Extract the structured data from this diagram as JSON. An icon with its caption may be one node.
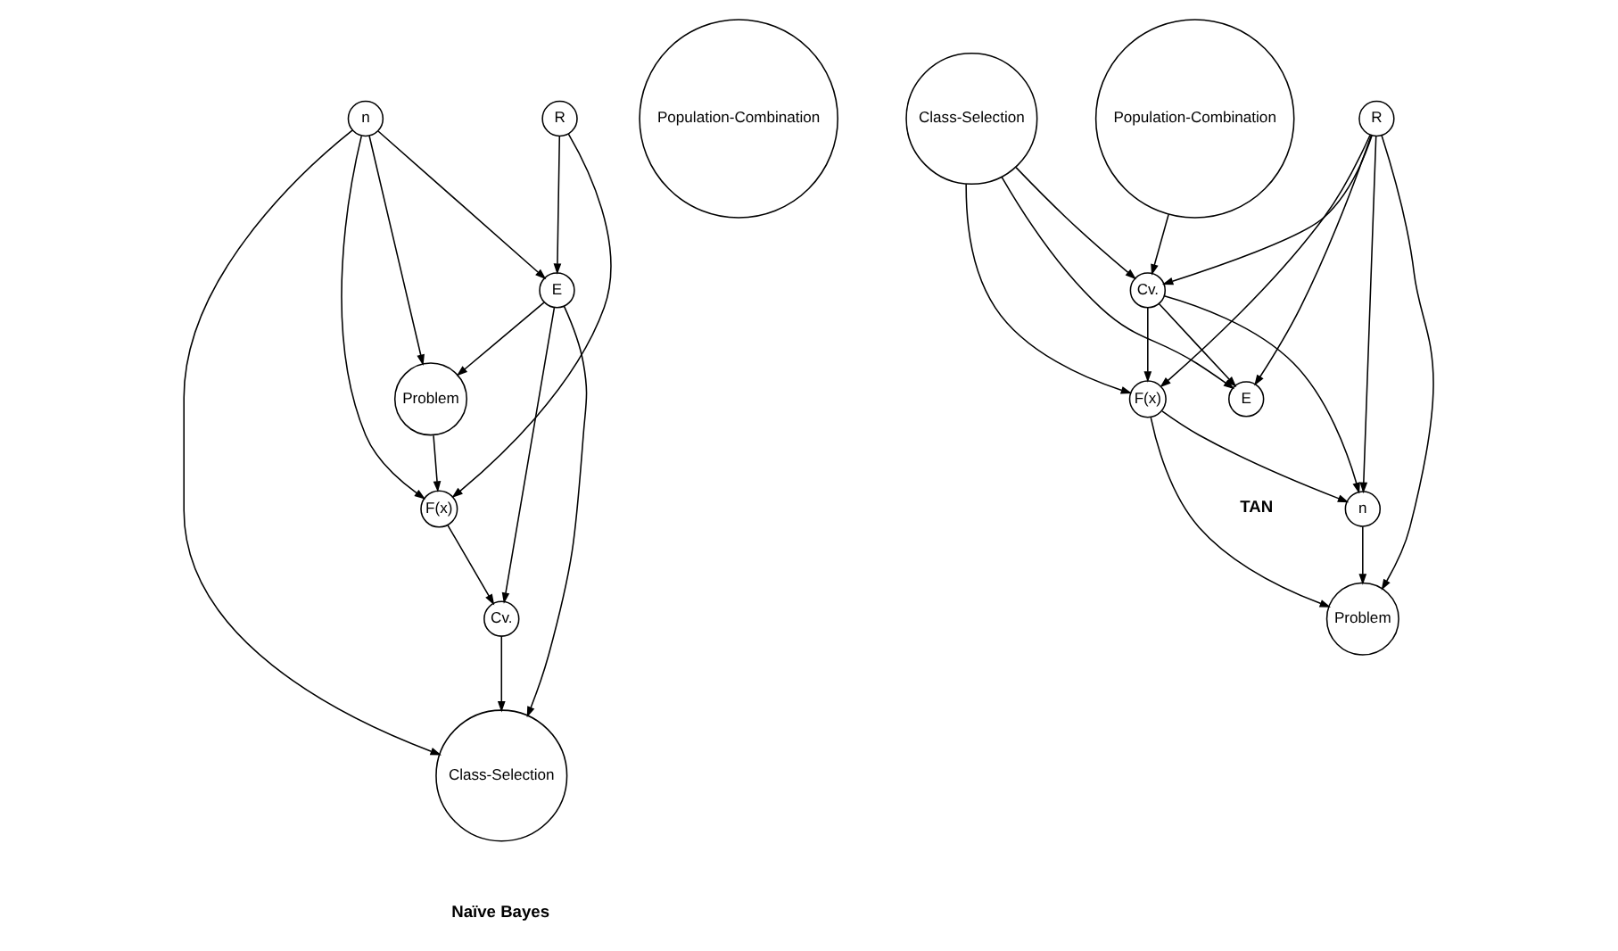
{
  "diagram": {
    "nodes": [
      {
        "text": [
          "n"
        ]
      },
      {
        "text": [
          "R"
        ]
      },
      {
        "text": [
          "E"
        ]
      },
      {
        "text": [
          "Problem"
        ]
      },
      {
        "text": [
          "F(x)"
        ]
      },
      {
        "text": [
          "Cv."
        ]
      },
      {
        "text": [
          "Class-Selection"
        ]
      },
      {
        "text": [
          "Population-Combination"
        ]
      },
      {
        "text": [
          "R"
        ]
      },
      {
        "text": [
          "Class-Selection"
        ]
      },
      {
        "text": [
          "Population-Combination"
        ]
      },
      {
        "text": [
          "Cv."
        ]
      },
      {
        "text": [
          "F(x)"
        ]
      },
      {
        "text": [
          "E"
        ]
      },
      {
        "text": [
          "n"
        ]
      },
      {
        "text": [
          "Problem"
        ]
      }
    ],
    "edges": [
      {
        "from": 0,
        "to": 2,
        "arrow": "to"
      },
      {
        "from": 0,
        "to": 3,
        "arrow": "to"
      },
      {
        "from": 0,
        "to": 4,
        "arrow": "to"
      },
      {
        "from": 0,
        "to": 6,
        "arrow": "to"
      },
      {
        "from": 1,
        "to": 2,
        "arrow": "to"
      },
      {
        "from": 1,
        "to": 4,
        "arrow": "to"
      },
      {
        "from": 2,
        "to": 3,
        "arrow": "to"
      },
      {
        "from": 2,
        "to": 5,
        "arrow": "to"
      },
      {
        "from": 2,
        "to": 6,
        "arrow": "to"
      },
      {
        "from": 3,
        "to": 4,
        "arrow": "to"
      },
      {
        "from": 4,
        "to": 5,
        "arrow": "to"
      },
      {
        "from": 5,
        "to": 6,
        "arrow": "to"
      },
      {
        "from": 8,
        "to": 11,
        "arrow": "to"
      },
      {
        "from": 8,
        "to": 12,
        "arrow": "to"
      },
      {
        "from": 8,
        "to": 14,
        "arrow": "to"
      },
      {
        "from": 8,
        "to": 13,
        "arrow": "to"
      },
      {
        "from": 8,
        "to": 15,
        "arrow": "to"
      },
      {
        "from": 9,
        "to": 12,
        "arrow": "to"
      },
      {
        "from": 9,
        "to": 13,
        "arrow": "to"
      },
      {
        "from": 9,
        "to": 11,
        "arrow": "to"
      },
      {
        "from": 10,
        "to": 11,
        "arrow": "to"
      },
      {
        "from": 11,
        "to": 12,
        "arrow": "to"
      },
      {
        "from": 11,
        "to": 14,
        "arrow": "to"
      },
      {
        "from": 11,
        "to": 13,
        "arrow": "to"
      },
      {
        "from": 12,
        "to": 14,
        "arrow": "to"
      },
      {
        "from": 12,
        "to": 15,
        "arrow": "to"
      },
      {
        "from": 14,
        "to": 15,
        "arrow": "to"
      }
    ],
    "labels": [
      "Naïve Bayes",
      "TAN"
    ]
  }
}
